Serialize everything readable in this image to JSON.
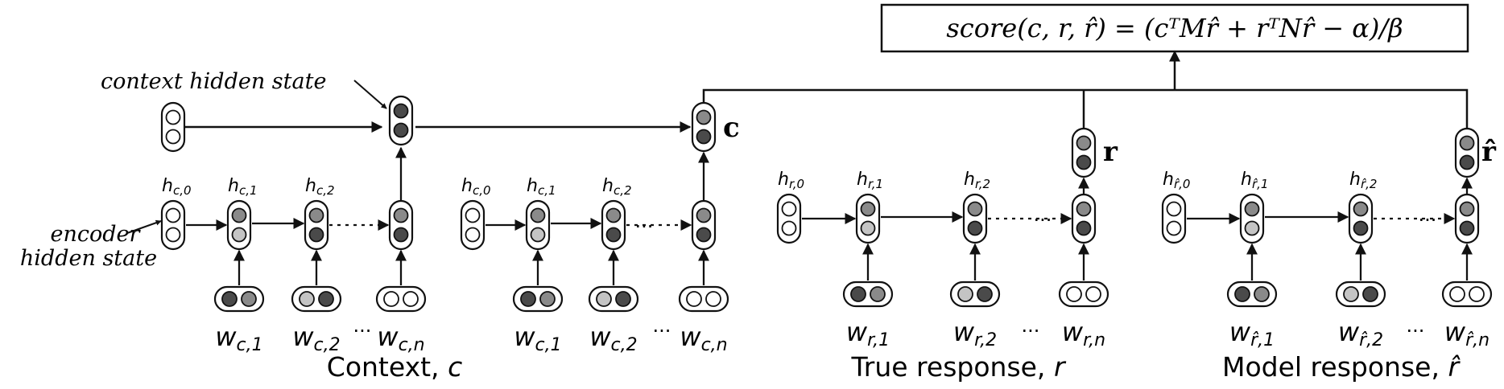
{
  "score_formula": "score(c, r, r̂) = (cᵀMr̂ + rᵀNr̂ − α)/β",
  "annotations": {
    "context_hidden_state": "context hidden state",
    "encoder_line1": "encoder",
    "encoder_line2": "hidden state"
  },
  "vectors": {
    "c": "c",
    "r": "r",
    "rhat": "r̂"
  },
  "groups": {
    "context": {
      "caption_prefix": "Context,",
      "caption_var": "c",
      "utterances": [
        {
          "h_labels": [
            "h",
            "h",
            "h"
          ],
          "h_subs": [
            "c,0",
            "c,1",
            "c,2"
          ],
          "w_base": "w",
          "w_subs": [
            "c,1",
            "c,2",
            "c,n"
          ]
        },
        {
          "h_labels": [
            "h",
            "h",
            "h"
          ],
          "h_subs": [
            "c,0",
            "c,1",
            "c,2"
          ],
          "w_base": "w",
          "w_subs": [
            "c,1",
            "c,2",
            "c,n"
          ]
        }
      ]
    },
    "true_response": {
      "caption_prefix": "True response,",
      "caption_var": "r",
      "h_subs": [
        "r,0",
        "r,1",
        "r,2"
      ],
      "w_subs": [
        "r,1",
        "r,2",
        "r,n"
      ]
    },
    "model_response": {
      "caption_prefix": "Model response,",
      "caption_var": "r̂",
      "h_subs": [
        "r̂,0",
        "r̂,1",
        "r̂,2"
      ],
      "w_subs": [
        "r̂,1",
        "r̂,2",
        "r̂,n"
      ]
    }
  },
  "ellipsis": "···",
  "colors": {
    "dark": "#4a4a4a",
    "medium": "#8a8a8a",
    "light": "#c4c4c4",
    "white": "#ffffff",
    "line": "#111111"
  }
}
